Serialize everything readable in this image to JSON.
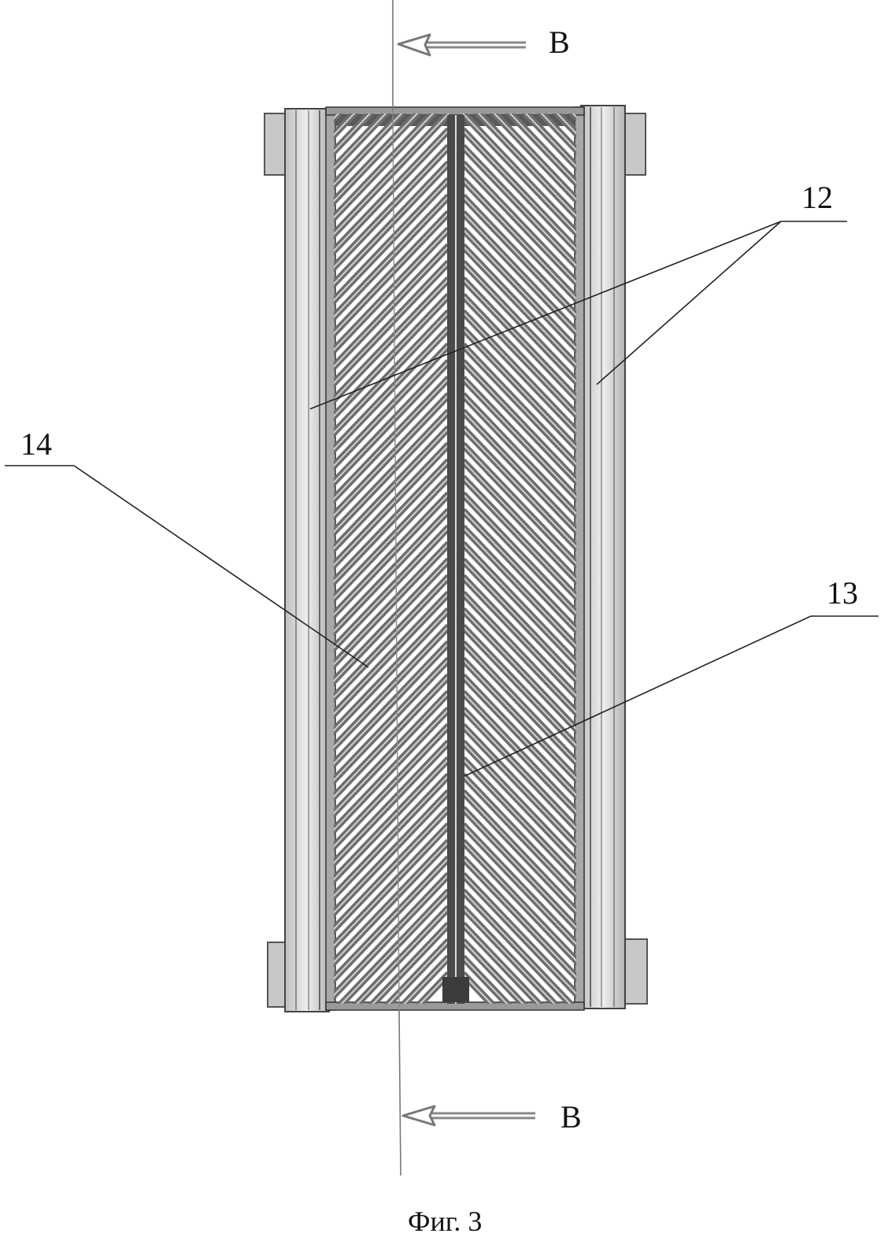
{
  "section": {
    "top_label": "B",
    "bottom_label": "B"
  },
  "callouts": {
    "c12": "12",
    "c13": "13",
    "c14": "14"
  },
  "caption": "Фиг. 3",
  "colors": {
    "frame_fill": "#d9d9d9",
    "frame_edge": "#555555",
    "fin": "#6e6e6e",
    "spine": "#4a4a4a",
    "lead": "#222222",
    "arrow": "#8a8a8a"
  }
}
